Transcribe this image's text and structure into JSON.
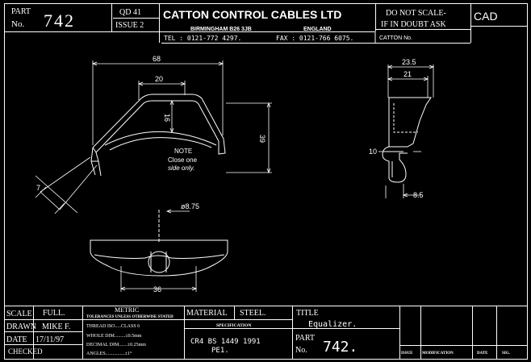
{
  "title_block": {
    "part_label": "PART",
    "no_label": "No.",
    "part_number": "742",
    "qd": "QD 41",
    "issue": "ISSUE 2",
    "company": "CATTON CONTROL CABLES LTD",
    "city": "BIRMINGHAM B26 3JB",
    "country": "ENGLAND",
    "tel": "TEL : 0121-772 4297.",
    "fax": "FAX : 0121-766 6075.",
    "warning_1": "DO NOT SCALE-",
    "warning_2": "IF IN DOUBT ASK",
    "catton_no": "CATTON No.",
    "cad": "CAD"
  },
  "dimensions": {
    "width_68": "68",
    "width_20": "20",
    "height_16": "16",
    "height_39": "39",
    "angle_7": "7",
    "note_1": "NOTE",
    "note_2": "Close one",
    "note_3": "side only.",
    "dia_8_75": "ø8.75",
    "width_36": "36",
    "width_23_5": "23.5",
    "width_21": "21",
    "dim_10": "10",
    "dim_8_5": "8.5"
  },
  "bottom_block": {
    "scale_label": "SCALE",
    "scale_value": "FULL.",
    "drawn_label": "DRAWN",
    "drawn_value": "MIKE F.",
    "date_label": "DATE",
    "date_value": "17/11/97",
    "checked_label": "CHECKED",
    "metric": "METRIC",
    "tolerance_head": "TOLERANCES UNLESS OTHERWISE STATED",
    "thread": "THREAD ISO.....CLASS 6",
    "whole": "WHOLE DIM.........±0.5mm",
    "decimal": "DECIMAL DIM.......±0.25mm",
    "angles": "ANGLES................±1°",
    "material_label": "MATERIAL",
    "material_value": "STEEL.",
    "specification": "SPECIFICATION",
    "spec_line_1": "CR4 BS 1449 1991",
    "spec_line_2": "PE1.",
    "title_label": "TITLE",
    "title_value": "Equalizer.",
    "part_label": "PART",
    "no_label": "No.",
    "part_number": "742.",
    "issue_col": "ISSUE",
    "modification_col": "MODIFICATION",
    "date_col": "DATE",
    "sig_col": "SIG."
  }
}
